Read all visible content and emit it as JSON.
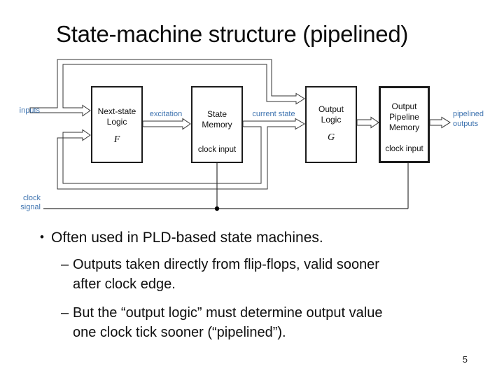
{
  "slide": {
    "title": "State-machine structure (pipelined)",
    "page_number": "5"
  },
  "diagram": {
    "wire_color": "#333333",
    "label_color": "#3f74b0",
    "boxes": [
      {
        "name": "next-state-logic",
        "line1": "Next-state",
        "line2": "Logic",
        "symbol": "F"
      },
      {
        "name": "state-memory",
        "line1": "State",
        "line2": "Memory",
        "clock": "clock input"
      },
      {
        "name": "output-logic",
        "line1": "Output",
        "line2": "Logic",
        "symbol": "G"
      },
      {
        "name": "output-pipeline-memory",
        "line1": "Output",
        "line2": "Pipeline",
        "line3": "Memory",
        "clock": "clock input"
      }
    ],
    "labels": {
      "inputs": "inputs",
      "excitation": "excitation",
      "current_state": "current state",
      "pipelined_line1": "pipelined",
      "pipelined_line2": "outputs",
      "clock_line1": "clock",
      "clock_line2": "signal"
    }
  },
  "bullets": {
    "glyph": "•",
    "dash": "–",
    "main": "Often used in PLD-based state machines.",
    "items": [
      {
        "line1": "Outputs taken directly from flip-flops, valid sooner",
        "line2": "after clock edge."
      },
      {
        "line1": "But the “output logic” must determine output value",
        "line2": "one clock tick sooner (“pipelined”)."
      }
    ]
  }
}
